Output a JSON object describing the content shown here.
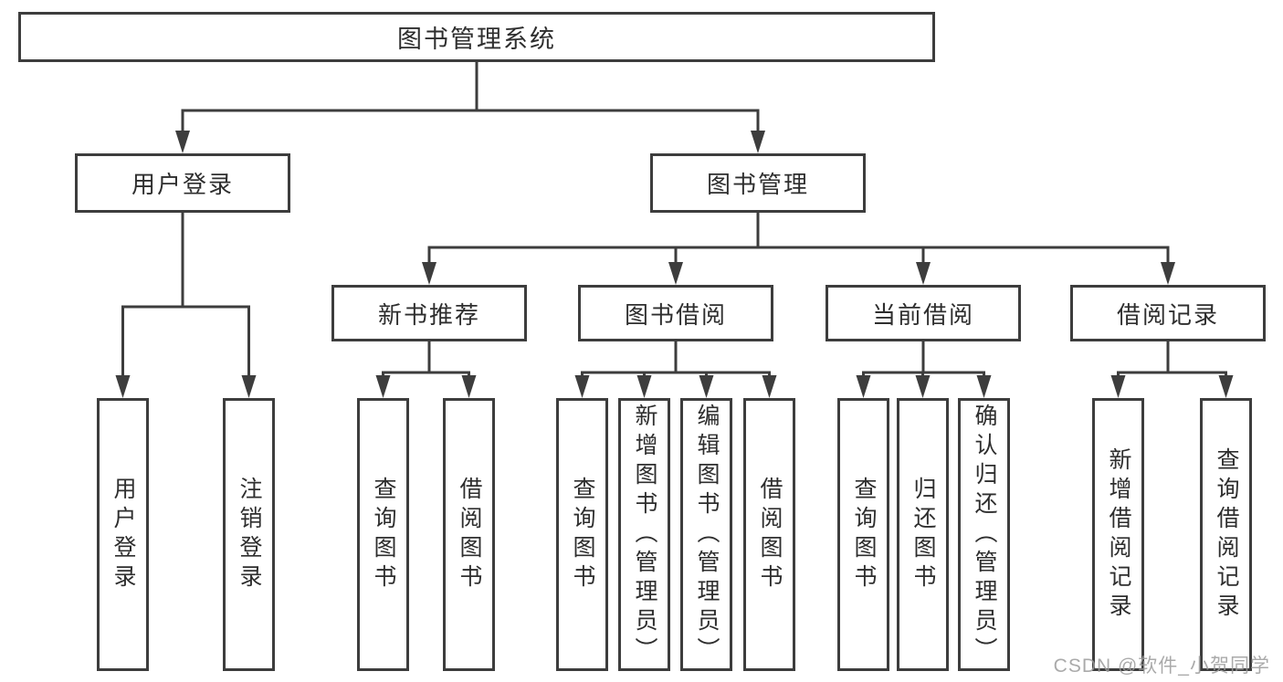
{
  "watermark": "CSDN @软件_小贺同学",
  "colors": {
    "line": "#3d3d3d",
    "box_border": "#3d3d3d",
    "text": "#2e2e2e",
    "background": "#ffffff",
    "watermark": "#9c9c9c"
  },
  "tree": {
    "root": "图书管理系统",
    "children": [
      {
        "label": "用户登录",
        "leaves": [
          "用户登录",
          "注销登录"
        ]
      },
      {
        "label": "图书管理",
        "children": [
          {
            "label": "新书推荐",
            "leaves": [
              "查询图书",
              "借阅图书"
            ]
          },
          {
            "label": "图书借阅",
            "leaves": [
              "查询图书",
              "新增图书（管理员）",
              "编辑图书（管理员）",
              "借阅图书"
            ]
          },
          {
            "label": "当前借阅",
            "leaves": [
              "查询图书",
              "归还图书",
              "确认归还（管理员）"
            ]
          },
          {
            "label": "借阅记录",
            "leaves": [
              "新增借阅记录",
              "查询借阅记录"
            ]
          }
        ]
      }
    ]
  }
}
